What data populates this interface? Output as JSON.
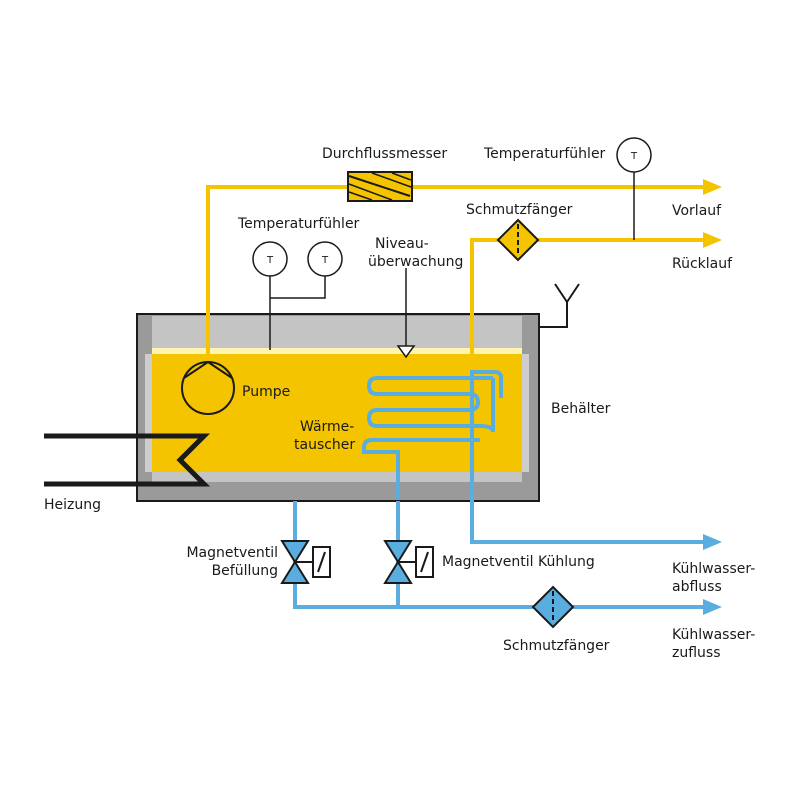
{
  "colors": {
    "hot_line": "#f5c400",
    "tank_fill": "#f5c400",
    "cold_line": "#5aaedf",
    "tank_shell": "#9a9a9a",
    "tank_shell_light": "#c9c9c9",
    "outline": "#1a1a1a"
  },
  "labels": {
    "flowmeter": "Durchflussmesser",
    "temp_sensor_top": "Temperaturfühler",
    "strainer_top": "Schmutzfänger",
    "supply": "Vorlauf",
    "return": "Rücklauf",
    "temp_sensor_tank": "Temperaturfühler",
    "level_line1": "Niveau-",
    "level_line2": "überwachung",
    "pump": "Pumpe",
    "heat_exchanger_line1": "Wärme-",
    "heat_exchanger_line2": "tauscher",
    "tank": "Behälter",
    "heating": "Heizung",
    "valve_fill_line1": "Magnetventil",
    "valve_fill_line2": "Befüllung",
    "valve_cool": "Magnetventil Kühlung",
    "coolant_drain_line1": "Kühlwasser-",
    "coolant_drain_line2": "abfluss",
    "strainer_bottom": "Schmutzfänger",
    "coolant_supply_line1": "Kühlwasser-",
    "coolant_supply_line2": "zufluss"
  },
  "symbols": {
    "temp_letter": "T"
  }
}
